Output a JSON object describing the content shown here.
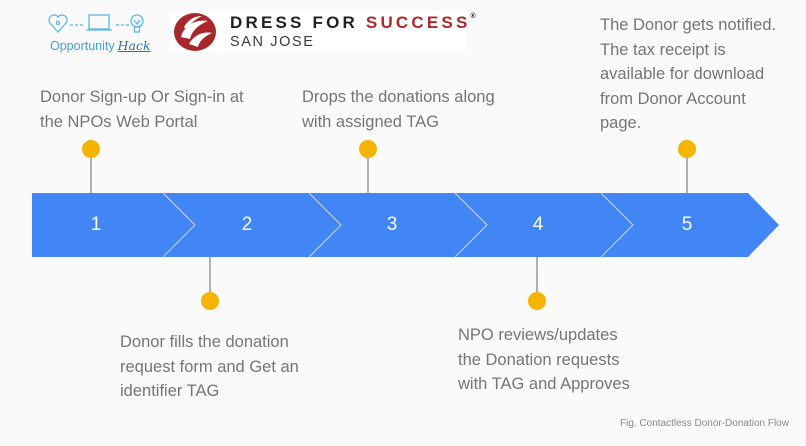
{
  "logos": {
    "opportunity_hack": {
      "label": "Opportunity",
      "hack": "Hack"
    },
    "dress_for_success": {
      "word1": "DRESS FOR ",
      "word2": "SUCCESS",
      "registered": "®",
      "subtitle": "SAN JOSE"
    }
  },
  "colors": {
    "arrow": "#4285F4",
    "dot": "#F4B400",
    "text": "#757575",
    "background": "#FAFAFA"
  },
  "steps": [
    {
      "number": "1",
      "position": "top",
      "description": "Donor Sign-up Or Sign-in at the NPOs Web Portal"
    },
    {
      "number": "2",
      "position": "bottom",
      "description": "Donor fills the donation request form and Get an identifier TAG"
    },
    {
      "number": "3",
      "position": "top",
      "description": "Drops the donations along with assigned TAG"
    },
    {
      "number": "4",
      "position": "bottom",
      "description": "NPO reviews/updates the Donation requests with TAG and Approves"
    },
    {
      "number": "5",
      "position": "top",
      "description": "The Donor gets notified. The tax receipt is available for download from Donor Account page."
    }
  ],
  "caption": "Fig. Contactless Donor-Donation Flow"
}
